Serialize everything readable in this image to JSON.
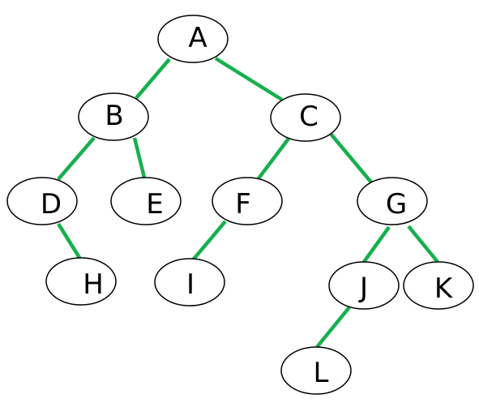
{
  "colors": {
    "edge": "#16b04d",
    "node_fill": "#ffffff",
    "node_stroke": "#000000",
    "label": "#000000"
  },
  "nodes": [
    {
      "id": "A",
      "label": "A"
    },
    {
      "id": "B",
      "label": "B"
    },
    {
      "id": "C",
      "label": "C"
    },
    {
      "id": "D",
      "label": "D"
    },
    {
      "id": "E",
      "label": "E"
    },
    {
      "id": "F",
      "label": "F"
    },
    {
      "id": "G",
      "label": "G"
    },
    {
      "id": "H",
      "label": "H"
    },
    {
      "id": "I",
      "label": "I"
    },
    {
      "id": "J",
      "label": "J"
    },
    {
      "id": "K",
      "label": "K"
    },
    {
      "id": "L",
      "label": "L"
    }
  ],
  "edges": [
    {
      "from": "A",
      "to": "B"
    },
    {
      "from": "A",
      "to": "C"
    },
    {
      "from": "B",
      "to": "D"
    },
    {
      "from": "B",
      "to": "E"
    },
    {
      "from": "C",
      "to": "F"
    },
    {
      "from": "C",
      "to": "G"
    },
    {
      "from": "D",
      "to": "H"
    },
    {
      "from": "F",
      "to": "I"
    },
    {
      "from": "G",
      "to": "J"
    },
    {
      "from": "G",
      "to": "K"
    },
    {
      "from": "J",
      "to": "L"
    }
  ]
}
